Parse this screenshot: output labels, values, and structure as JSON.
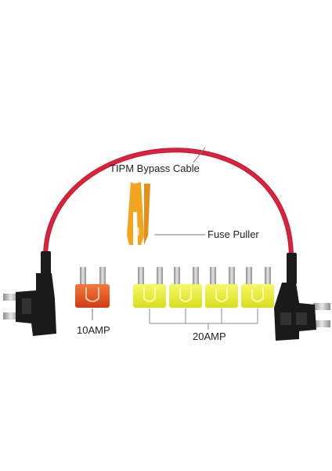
{
  "labels": {
    "cable": "TIPM Bypass Cable",
    "puller": "Fuse Puller",
    "fuse_10": "10AMP",
    "fuse_20": "20AMP"
  },
  "colors": {
    "cable": "#e0213b",
    "fuse_10": "#e8481c",
    "fuse_20": "#e9ef2c",
    "puller": "#f2a51c",
    "holder": "#1c1c1c",
    "metal": "#b8b8b8"
  }
}
